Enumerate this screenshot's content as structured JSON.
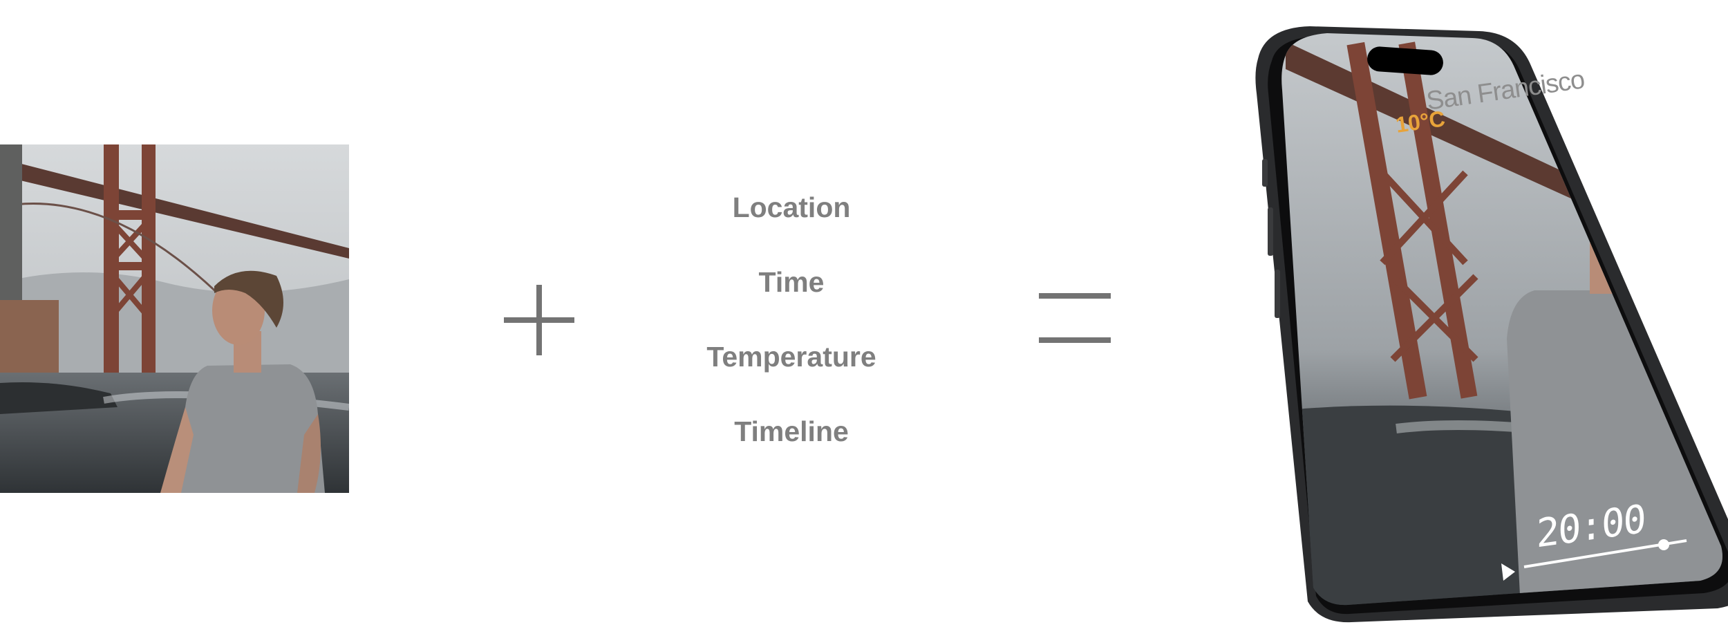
{
  "equation": {
    "inputs": [
      "Location",
      "Time",
      "Temperature",
      "Timeline"
    ]
  },
  "phone_screen": {
    "city": "San Francisco",
    "temperature": "10°C",
    "time": "20:00",
    "timeline_progress": 0.8
  },
  "colors": {
    "text_gray": "#7f7f7f",
    "symbol_gray": "#737373",
    "temperature_accent": "#e8a33a",
    "bridge_red": "#8a4a3a",
    "phone_frame": "#2a2b2d"
  },
  "icons": [
    "plus-icon",
    "equals-icon",
    "play-icon"
  ]
}
